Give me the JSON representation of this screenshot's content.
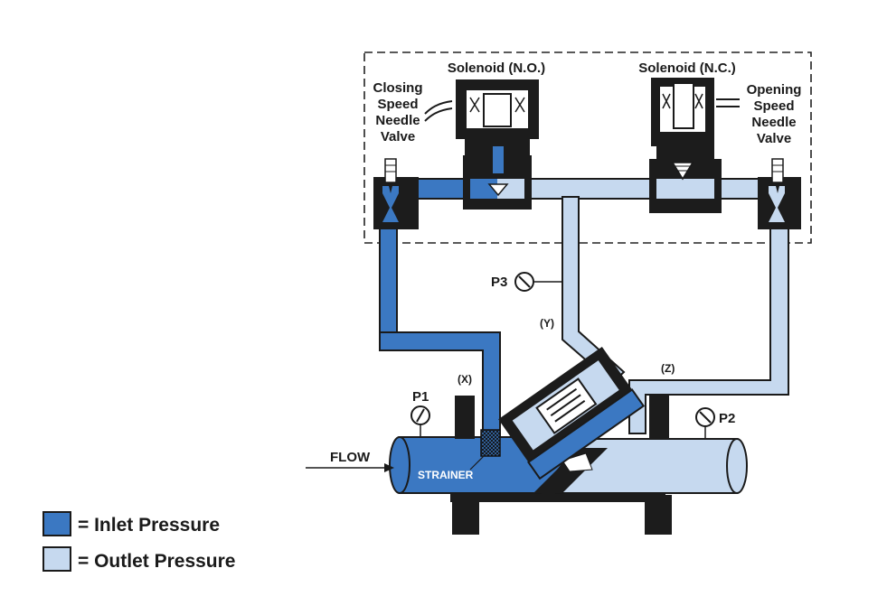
{
  "colors": {
    "inlet": "#3b78c2",
    "outlet": "#c6d9ef",
    "body_dark": "#1c1c1c",
    "line": "#1a1a1a"
  },
  "labels": {
    "solenoid_no": "Solenoid (N.O.)",
    "solenoid_nc": "Solenoid (N.C.)",
    "closing_needle": [
      "Closing",
      "Speed",
      "Needle",
      "Valve"
    ],
    "opening_needle": [
      "Opening",
      "Speed",
      "Needle",
      "Valve"
    ],
    "p1": "P1",
    "p2": "P2",
    "p3": "P3",
    "x": "(X)",
    "y": "(Y)",
    "z": "(Z)",
    "flow": "FLOW",
    "strainer": "STRAINER"
  },
  "legend": [
    {
      "label": "= Inlet Pressure",
      "swatch": "inlet"
    },
    {
      "label": "= Outlet Pressure",
      "swatch": "outlet"
    }
  ]
}
